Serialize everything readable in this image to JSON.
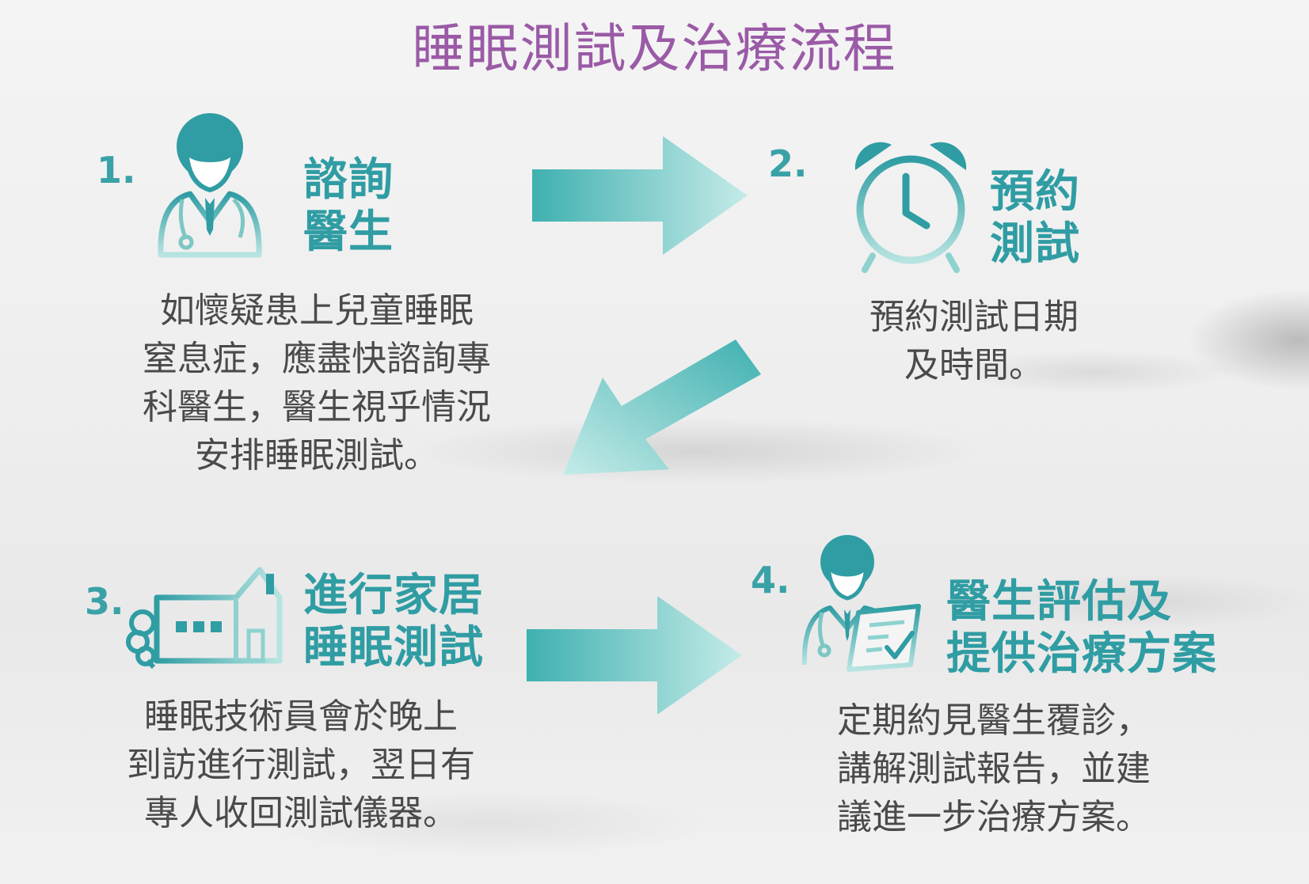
{
  "title": "睡眠測試及治療流程",
  "colors": {
    "title": "#9a5aa6",
    "accent": "#2f9da3",
    "accent_light": "#9fd8d6",
    "text": "#4a4a4a"
  },
  "steps": [
    {
      "number": "1.",
      "icon": "doctor-icon",
      "heading": [
        "諮詢",
        "醫生"
      ],
      "description": [
        "如懷疑患上兒童睡眠",
        "窒息症，應盡快諮詢專",
        "科醫生，醫生視乎情況",
        "安排睡眠測試。"
      ]
    },
    {
      "number": "2.",
      "icon": "alarm-clock-icon",
      "heading": [
        "預約",
        "測試"
      ],
      "description": [
        "預約測試日期",
        "及時間。"
      ]
    },
    {
      "number": "3.",
      "icon": "house-icon",
      "heading": [
        "進行家居",
        "睡眠測試"
      ],
      "description": [
        "睡眠技術員會於晚上",
        "到訪進行測試，翌日有",
        "專人收回測試儀器。"
      ]
    },
    {
      "number": "4.",
      "icon": "doctor-report-icon",
      "heading": [
        "醫生評估及",
        "提供治療方案"
      ],
      "description": [
        "定期約見醫生覆診，",
        "講解測試報告，並建",
        "議進一步治療方案。"
      ]
    }
  ],
  "arrows": [
    "arrow-right-icon",
    "arrow-down-left-icon",
    "arrow-right-icon"
  ]
}
